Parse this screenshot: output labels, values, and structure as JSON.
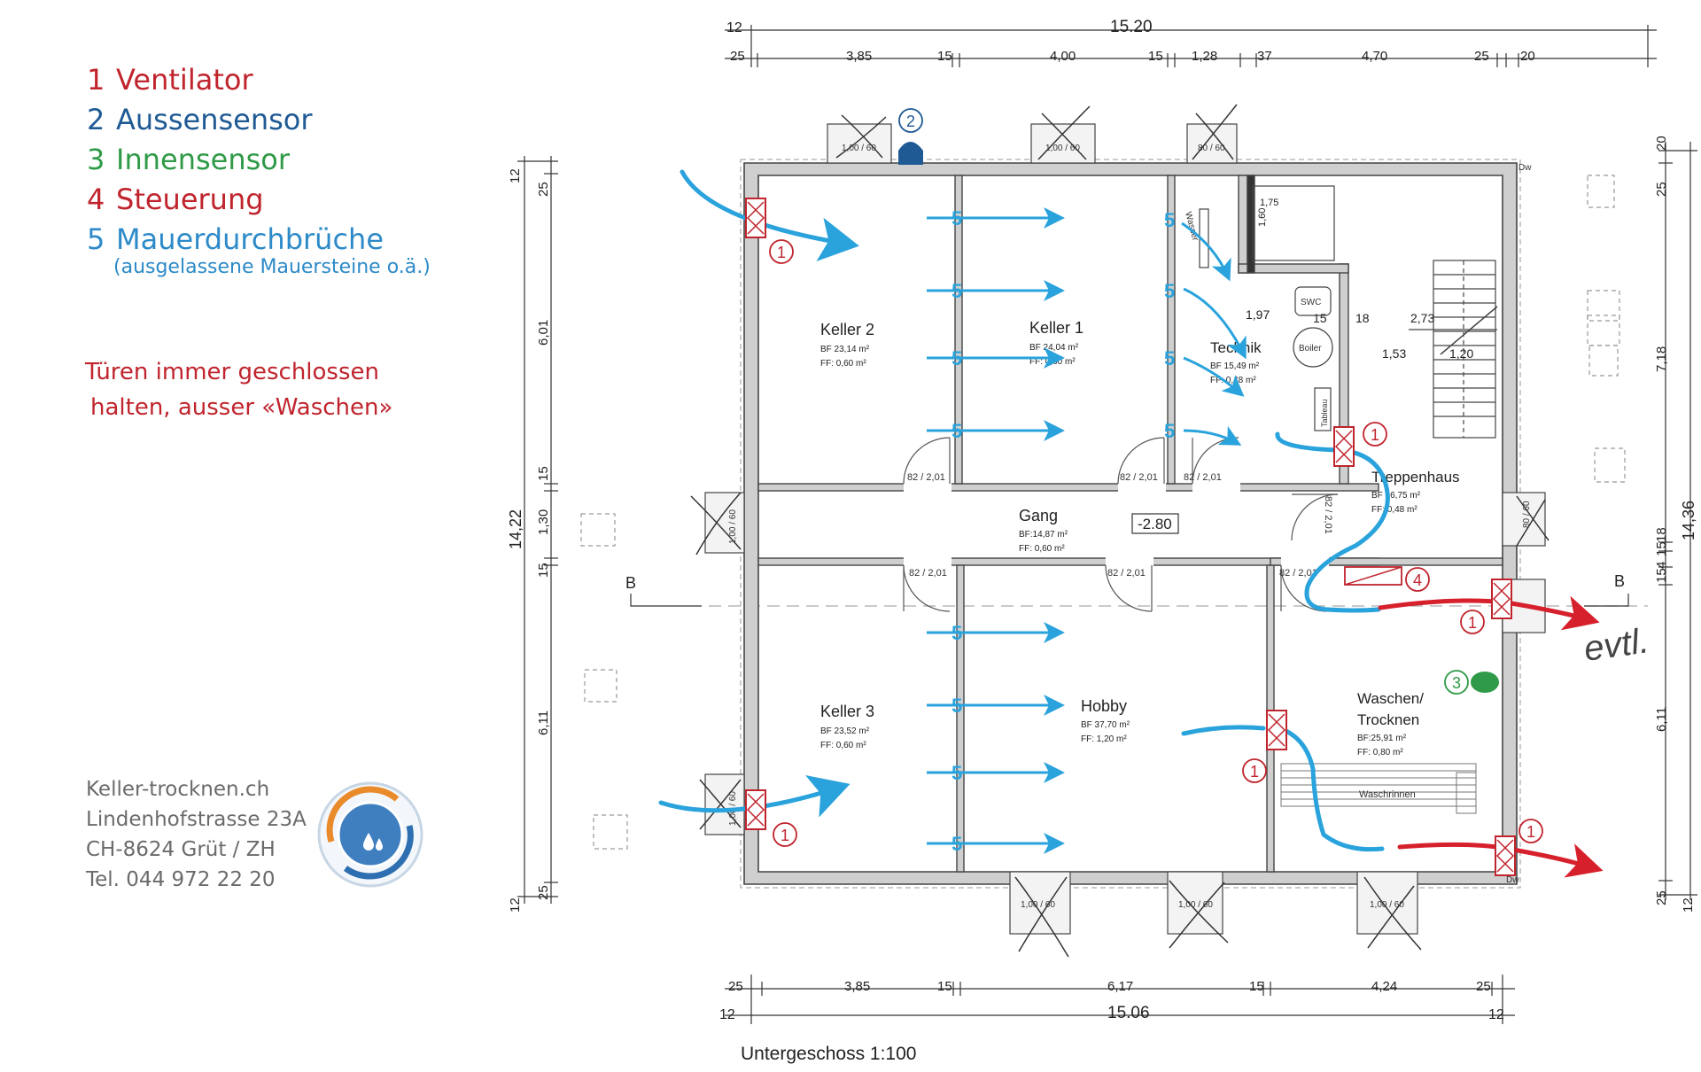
{
  "legend": [
    {
      "num": "1",
      "label": "Ventilator",
      "color": "#c0242d"
    },
    {
      "num": "2",
      "label": "Aussensensor",
      "color": "#1f5a94"
    },
    {
      "num": "3",
      "label": "Innensensor",
      "color": "#2f9a47"
    },
    {
      "num": "4",
      "label": "Steuerung",
      "color": "#c0242d"
    },
    {
      "num": "5",
      "label": "Mauerdurchbrüche",
      "color": "#2d8ac8"
    }
  ],
  "legend_note": "(ausgelassene Mauersteine o.ä.)",
  "warning": [
    "Türen immer geschlossen",
    "halten, ausser «Waschen»"
  ],
  "contact": [
    "Keller-trocknen.ch",
    "Lindenhofstrasse 23A",
    "CH-8624 Grüt / ZH",
    "Tel. 044 972 22 20"
  ],
  "plan_title": "Untergeschoss 1:100",
  "level_mark": "-2.80",
  "section_mark": "B",
  "handwritten_note": "evtl.",
  "dims_top": {
    "total": "15.20",
    "edge_left": "12",
    "parts": [
      "25",
      "3,85",
      "15",
      "4,00",
      "15",
      "1,28",
      "37",
      "4,70",
      "25",
      "20"
    ]
  },
  "dims_bottom": {
    "total": "15.06",
    "edge_left": "12",
    "edge_right": "12",
    "parts": [
      "25",
      "3,85",
      "15",
      "6,17",
      "15",
      "4,24",
      "25"
    ]
  },
  "dims_left": {
    "total": "14,22",
    "parts": [
      "12",
      "25",
      "6,01",
      "15",
      "1,30",
      "15",
      "6,11",
      "25",
      "12"
    ]
  },
  "dims_right": {
    "total": "14,36",
    "parts": [
      "20",
      "25",
      "7,18",
      "15",
      "4",
      "18",
      "15",
      "6,11",
      "25",
      "12"
    ]
  },
  "stair_dims": [
    "1,97",
    "15",
    "18",
    "2,73",
    "1,53",
    "1,20",
    "1,75",
    "1,60"
  ],
  "rooms": [
    {
      "name": "Keller 2",
      "bf": "BF 23,14 m²",
      "ff": "FF:  0,60 m²"
    },
    {
      "name": "Keller 1",
      "bf": "BF 24,04 m²",
      "ff": "FF:  0,60 m²"
    },
    {
      "name": "Technik",
      "bf": "BF 15,49 m²",
      "ff": "FF:  0,48 m²"
    },
    {
      "name": "Treppenhaus",
      "bf": "BF 16,75 m²",
      "ff": "FF:  0,48 m²"
    },
    {
      "name": "Gang",
      "bf": "BF:14,87 m²",
      "ff": "FF:  0,60 m²"
    },
    {
      "name": "Keller 3",
      "bf": "BF 23,52 m²",
      "ff": "FF:  0,60 m²"
    },
    {
      "name": "Hobby",
      "bf": "BF 37,70 m²",
      "ff": "FF:  1,20 m²"
    },
    {
      "name": "Waschen/",
      "name2": "Trocknen",
      "bf": "BF:25,91 m²",
      "ff": "FF:  0,80 m²"
    }
  ],
  "fixtures": {
    "wc": "SWC",
    "boiler": "Boiler",
    "tableau": "Tableau",
    "wasser": "Wasser",
    "waschrinne": "Waschrinnen",
    "dw": "Dw"
  },
  "door_labels": [
    "82 / 2,01",
    "82 / 2,01",
    "82 / 2,01",
    "82 / 2,01",
    "82 / 2,01",
    "82 / 2,01",
    "82 / 2,01"
  ],
  "window_labels": [
    "1,00 / 60",
    "80 / 60",
    "1,00 / 60",
    "80 / 60",
    "1,00 / 60",
    "1,00 / 60"
  ],
  "markers": {
    "fan": "1",
    "outside_sensor": "2",
    "inside_sensor": "3",
    "control": "4",
    "opening": "5"
  },
  "colors": {
    "blue_arrow": "#2aa3dc",
    "red_arrow": "#d6202c",
    "plan_line": "#444444",
    "sensor_blue": "#1f5a94",
    "sensor_green": "#2f9a47"
  }
}
